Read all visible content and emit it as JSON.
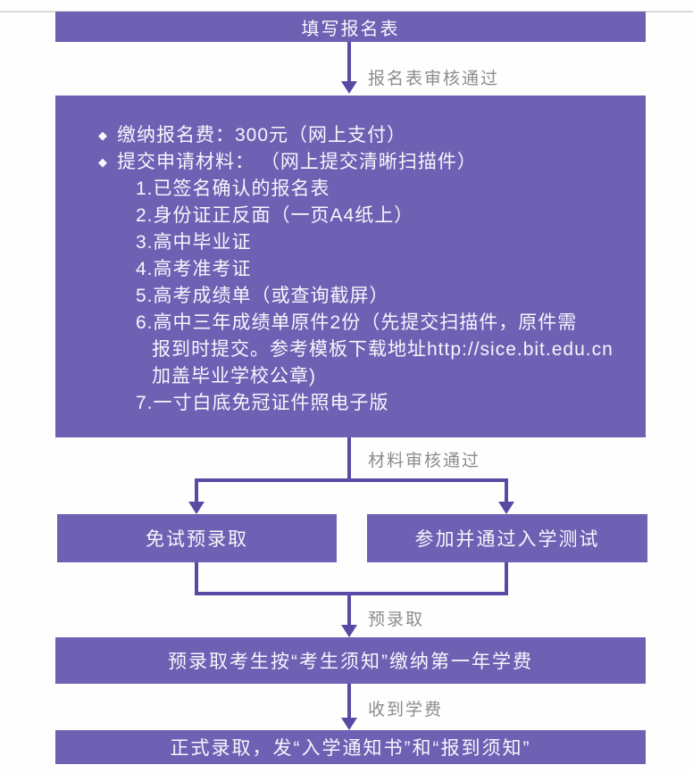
{
  "colors": {
    "node_fill": "#6e60b3",
    "connector": "#5b49a6",
    "edge_label_text": "#8c8c8c",
    "node_text": "#f8f6fd"
  },
  "nodes": {
    "fill_form": "填写报名表",
    "exempt_preadmission": "免试预录取",
    "entrance_test": "参加并通过入学测试",
    "pay_tuition": "预录取考生按“考生须知”缴纳第一年学费",
    "formal_admission": "正式录取，发“入学通知书”和“报到须知”"
  },
  "requirements": {
    "bullet_glyph": "◆",
    "lines": [
      {
        "text": "缴纳报名费：300元（网上支付）"
      },
      {
        "text": "提交申请材料： （网上提交清晰扫描件）"
      },
      {
        "text": "1.已签名确认的报名表"
      },
      {
        "text": "2.身份证正反面（一页A4纸上）"
      },
      {
        "text": "3.高中毕业证"
      },
      {
        "text": "4.高考准考证"
      },
      {
        "text": "5.高考成绩单（或查询截屏）"
      },
      {
        "text": "6.高中三年成绩单原件2份（先提交扫描件，原件需"
      },
      {
        "text": "报到时提交。参考模板下载地址http://sice.bit.edu.cn"
      },
      {
        "text": "加盖毕业学校公章)"
      },
      {
        "text": "7.一寸白底免冠证件照电子版"
      }
    ]
  },
  "edge_labels": {
    "form_approved": "报名表审核通过",
    "materials_approved": "材料审核通过",
    "preadmission": "预录取",
    "tuition_received": "收到学费"
  }
}
